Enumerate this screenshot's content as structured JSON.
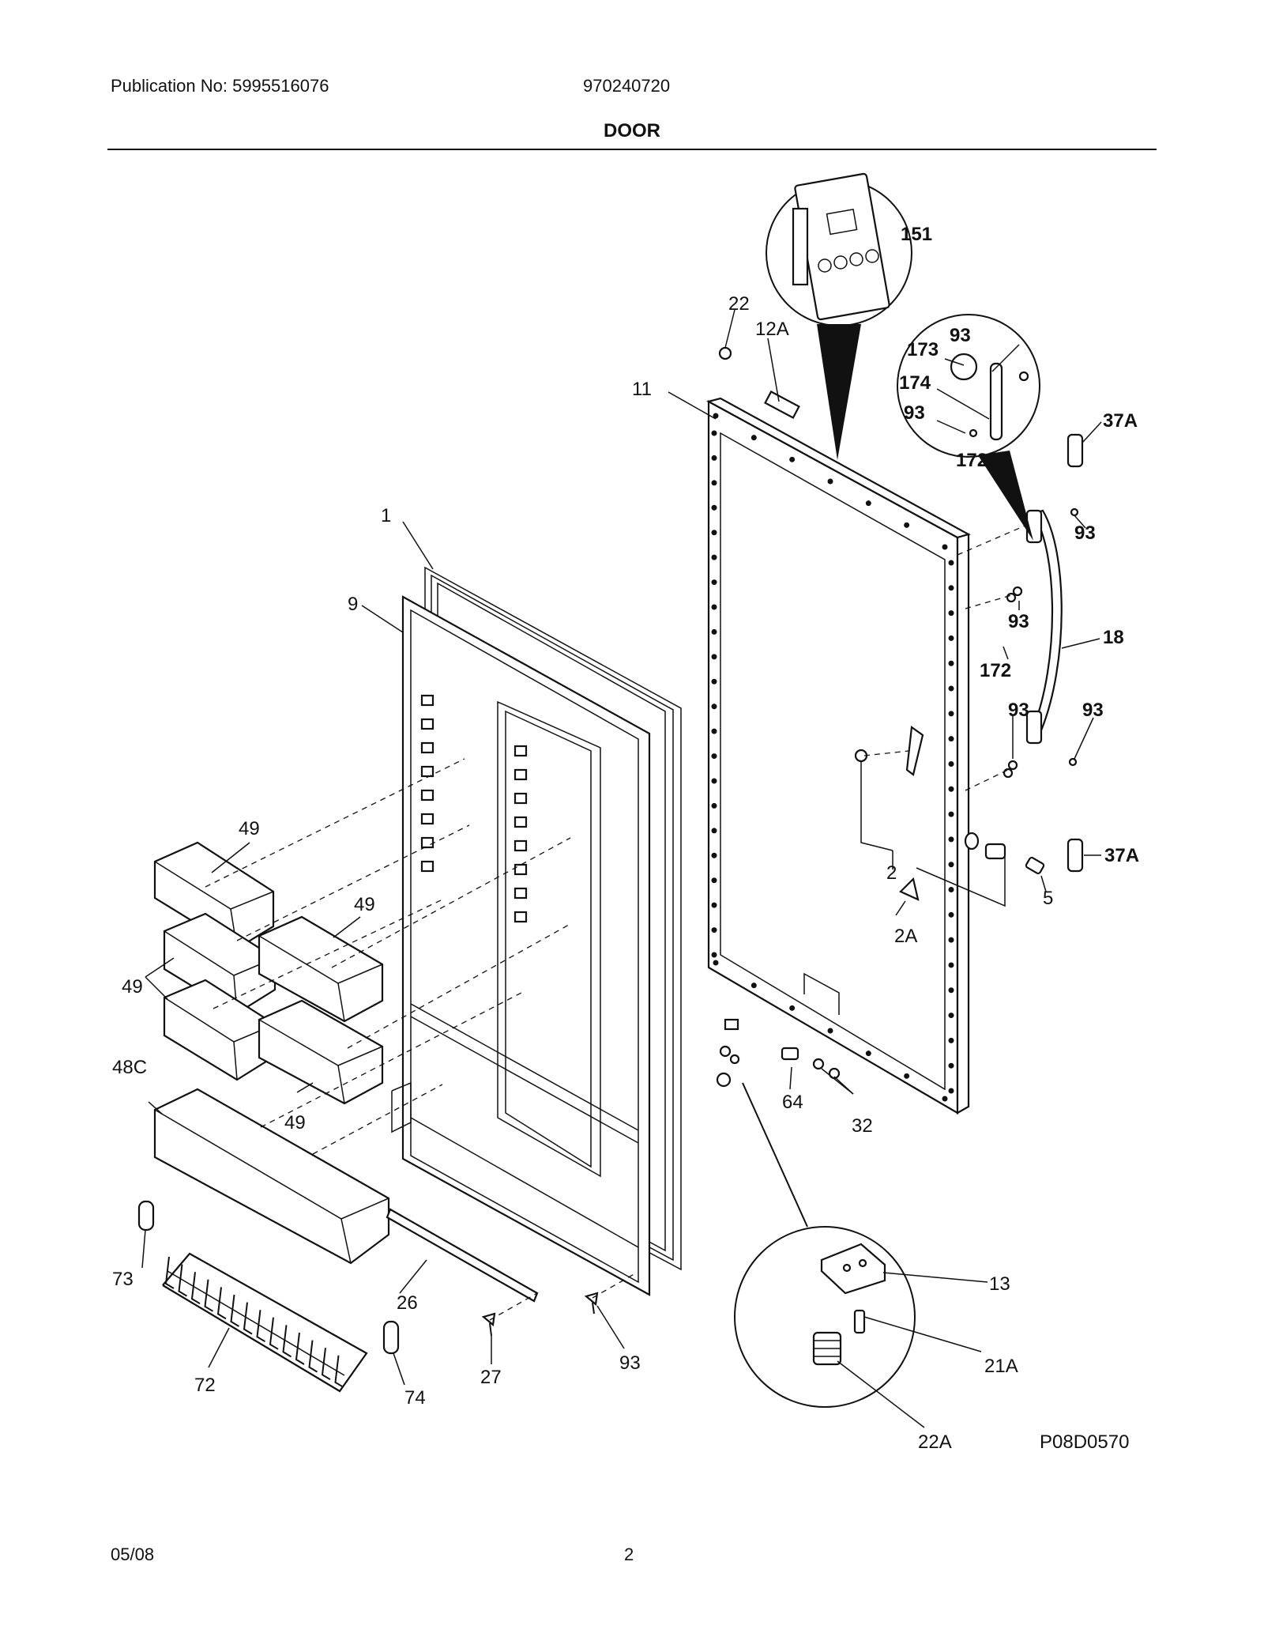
{
  "header": {
    "publication": "Publication No: 5995516076",
    "model": "970240720",
    "section": "DOOR"
  },
  "footer": {
    "date": "05/08",
    "page": "2"
  },
  "diagram": {
    "figure_id": "P08D0570",
    "callouts": {
      "c151": "151",
      "c22": "22",
      "c12A": "12A",
      "c11": "11",
      "c173": "173",
      "c93a": "93",
      "c174": "174",
      "c93b": "93",
      "c172a": "172",
      "c37Aa": "37A",
      "c93c": "93",
      "c1": "1",
      "c9": "9",
      "c93d": "93",
      "c18": "18",
      "c172b": "172",
      "c93e": "93",
      "c93f": "93",
      "c37Ab": "37A",
      "c49a": "49",
      "c49b": "49",
      "c49c": "49",
      "c49d": "49",
      "c2": "2",
      "c5": "5",
      "c2A": "2A",
      "c48C": "48C",
      "c64": "64",
      "c32": "32",
      "c73": "73",
      "c26": "26",
      "c13": "13",
      "c72": "72",
      "c27": "27",
      "c93g": "93",
      "c74": "74",
      "c21A": "21A",
      "c22A": "22A"
    }
  }
}
